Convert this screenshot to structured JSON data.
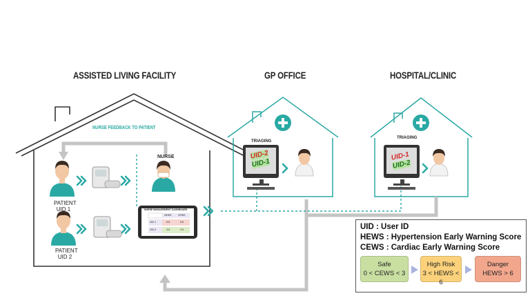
{
  "facilities": {
    "assisted_living": "ASSISTED LIVING FACILITY",
    "gp_office": "GP OFFICE",
    "hospital": "HOSPITAL/CLINIC"
  },
  "assisted_living": {
    "feedback_label": "NURSE FEEDBACK TO PATIENT",
    "nurse_label": "NURSE",
    "patient1": {
      "line1": "PATIENT",
      "line2": "UID 1"
    },
    "patient2": {
      "line1": "PATIENT",
      "line2": "UID 2"
    },
    "dashboard": {
      "title": "NURSE MANAGEMENT DASHBOARD",
      "headers": [
        "",
        "HEWS",
        "CEWS"
      ],
      "rows": [
        {
          "uid": "UID-1",
          "hews": "6-8",
          "cews": "6-8"
        },
        {
          "uid": "UID-2",
          "hews": "3-5",
          "cews": "3-5"
        }
      ]
    }
  },
  "gp_office": {
    "triaging_label": "TRIAGING",
    "screen_lines": [
      "UID-2",
      "UID-1"
    ]
  },
  "hospital": {
    "triaging_label": "TRIAGING",
    "screen_lines": [
      "UID-1",
      "UID-2"
    ]
  },
  "legend": {
    "uid": "UID : User ID",
    "hews": "HEWS : Hypertension Early Warning Score",
    "cews": "CEWS : Cardiac Early Warning Score",
    "safe": {
      "title": "Safe",
      "range": "0 < CEWS < 3",
      "color": "#c9dfa2"
    },
    "high_risk": {
      "title": "High Risk",
      "range": "3 < HEWS < 6",
      "color": "#fbd27b"
    },
    "danger": {
      "title": "Danger",
      "range": "HEWS > 6",
      "color": "#f2a78d"
    }
  },
  "colors": {
    "teal": "#2aa9a4",
    "arrow_grey": "#c4c4c4",
    "skin": "#f2c7a4",
    "hair": "#3a2a22"
  }
}
